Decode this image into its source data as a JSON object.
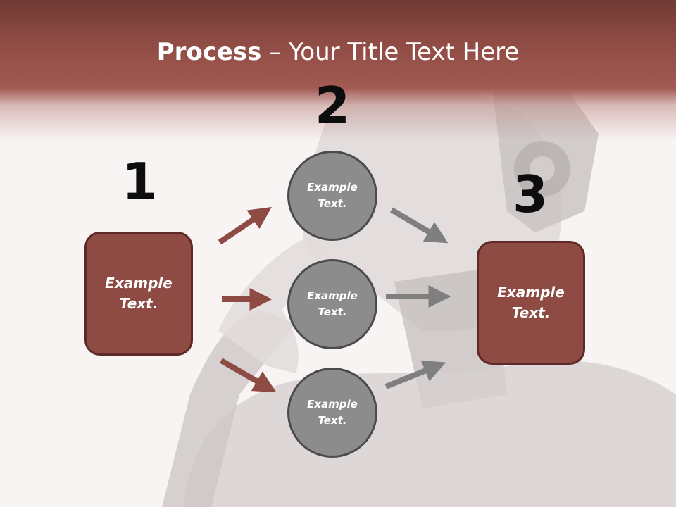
{
  "title": {
    "bold": "Process",
    "rest": " – Your Title Text Here"
  },
  "steps": {
    "one": {
      "number": "1",
      "text": "Example\nText."
    },
    "two": {
      "number": "2"
    },
    "three": {
      "number": "3",
      "text": "Example\nText."
    }
  },
  "circles": [
    {
      "text": "Example\nText."
    },
    {
      "text": "Example\nText."
    },
    {
      "text": "Example\nText."
    }
  ],
  "colors": {
    "header": "#8f4c44",
    "box_fill": "#8e4b44",
    "box_border": "#5e2a25",
    "circle_fill": "#8c8c8c",
    "circle_border": "#4b4b4b",
    "arrow_red": "#8e4b44",
    "arrow_gray": "#7f7f7f"
  }
}
